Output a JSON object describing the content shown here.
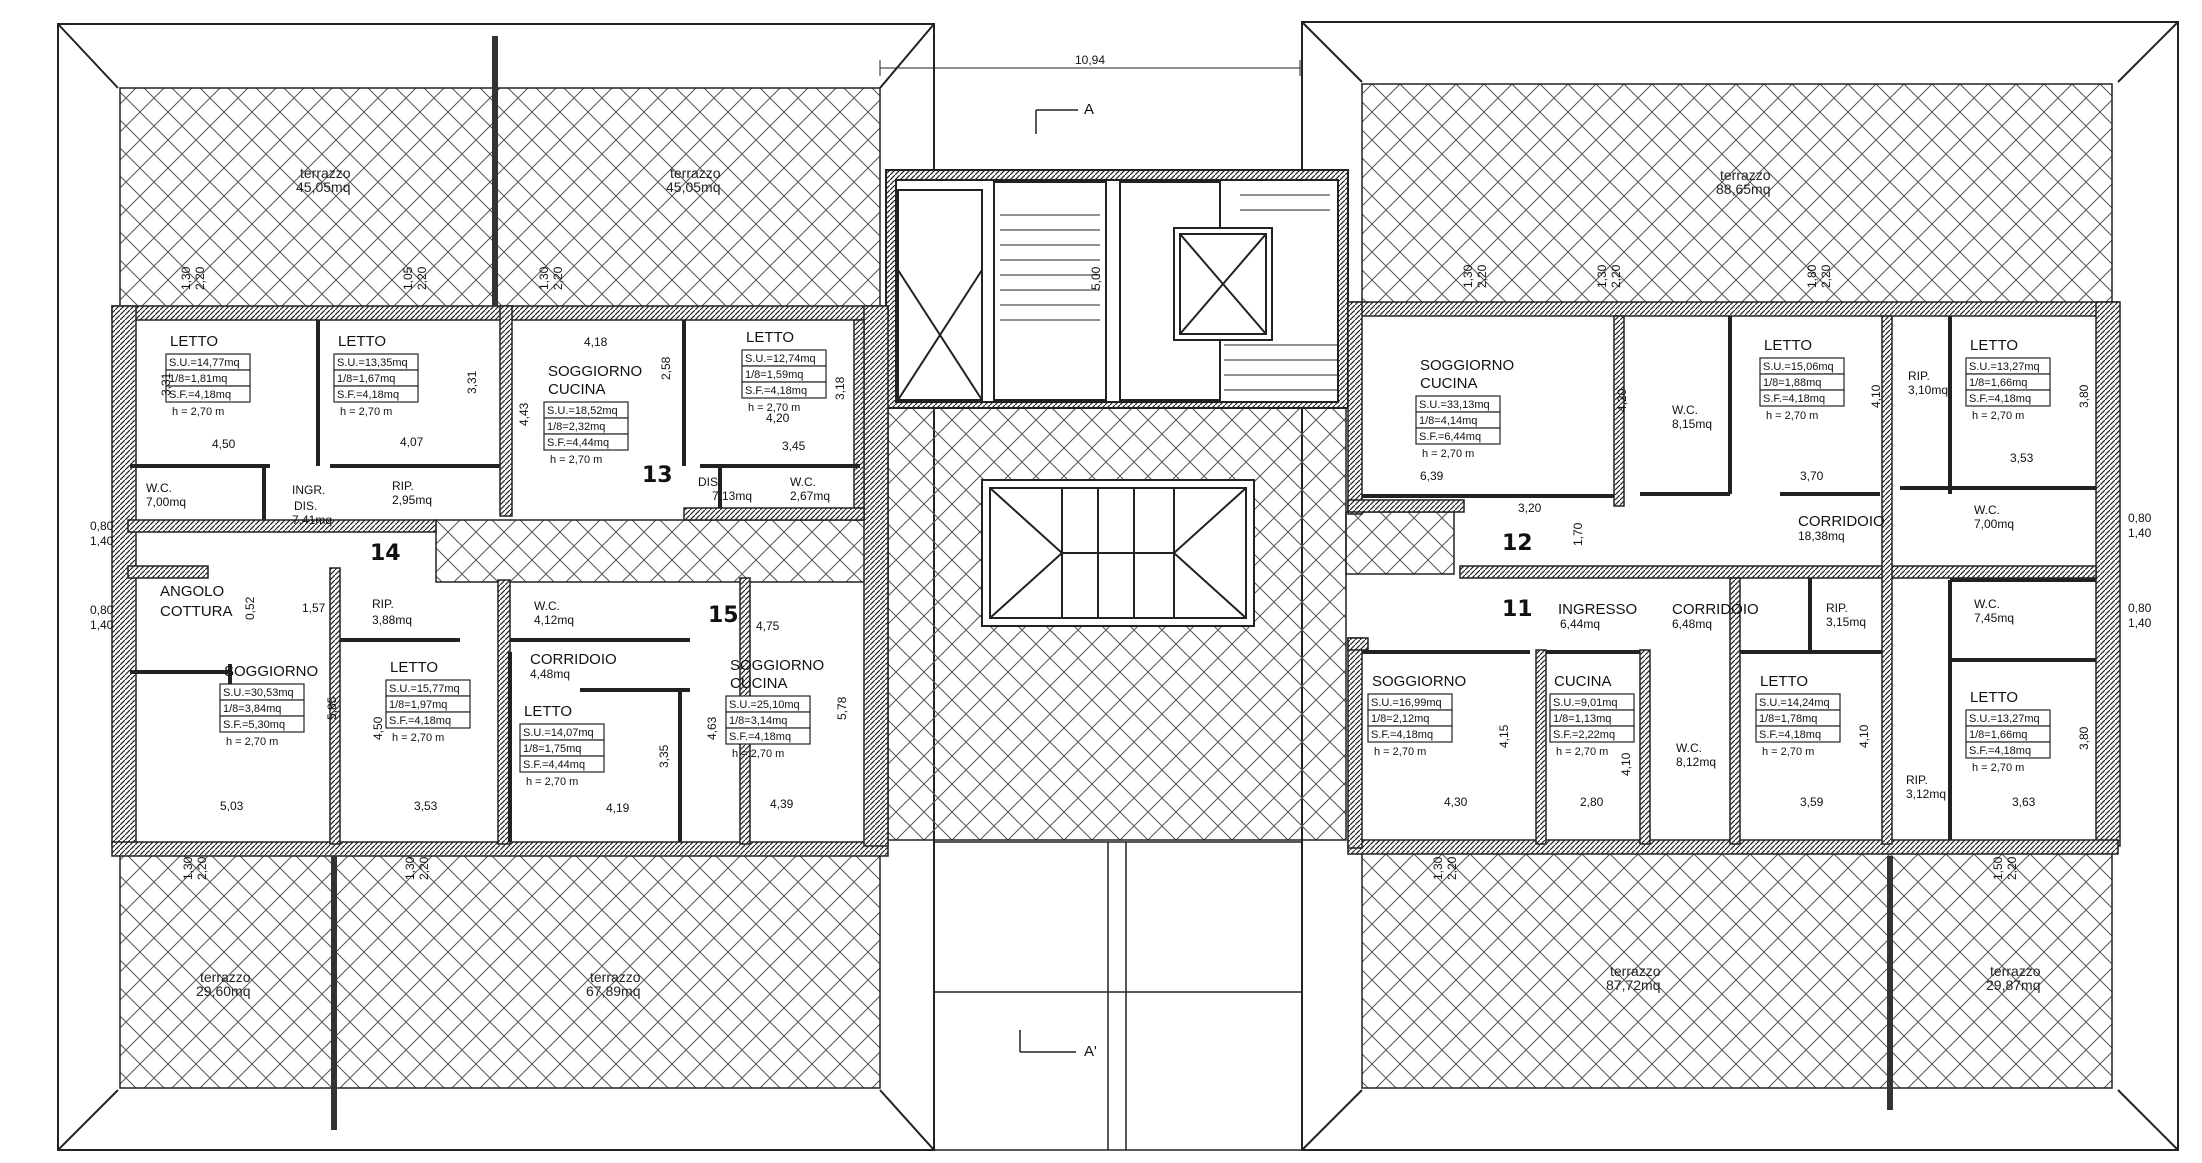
{
  "section_markers": {
    "top": "A",
    "bottom": "A'"
  },
  "dimensions": {
    "top_width": "10,94",
    "stair_depth": "5,00",
    "left_side_top": [
      "0,80",
      "1,40"
    ],
    "left_side_bottom": [
      "0,80",
      "1,40"
    ],
    "right_side_top": [
      "0,80",
      "1,40"
    ],
    "right_side_bottom": [
      "0,80",
      "1,40"
    ]
  },
  "unit_numbers": [
    "13",
    "14",
    "15",
    "12",
    "11"
  ],
  "terraces": [
    {
      "name": "terrazzo",
      "area": "45,05mq"
    },
    {
      "name": "terrazzo",
      "area": "45,05mq"
    },
    {
      "name": "terrazzo",
      "area": "88,65mq"
    },
    {
      "name": "terrazzo",
      "area": "29,60mq"
    },
    {
      "name": "terrazzo",
      "area": "67,89mq"
    },
    {
      "name": "terrazzo",
      "area": "87,72mq"
    },
    {
      "name": "terrazzo",
      "area": "29,87mq"
    }
  ],
  "rooms": [
    {
      "id": "u14-letto1",
      "name": "LETTO",
      "su": "S.U.=14,77mq",
      "ratio": "1/8=1,81mq",
      "sf": "S.F.=4,18mq",
      "h": "h = 2,70 m"
    },
    {
      "id": "u14-letto2",
      "name": "LETTO",
      "su": "S.U.=13,35mq",
      "ratio": "1/8=1,67mq",
      "sf": "S.F.=4,18mq",
      "h": "h = 2,70 m"
    },
    {
      "id": "u13-soggiorno",
      "name": "SOGGIORNO",
      "name2": "CUCINA",
      "su": "S.U.=18,52mq",
      "ratio": "1/8=2,32mq",
      "sf": "S.F.=4,44mq",
      "h": "h = 2,70 m"
    },
    {
      "id": "u13-letto",
      "name": "LETTO",
      "su": "S.U.=12,74mq",
      "ratio": "1/8=1,59mq",
      "sf": "S.F.=4,18mq",
      "h": "h = 2,70 m"
    },
    {
      "id": "u12-soggiorno",
      "name": "SOGGIORNO",
      "name2": "CUCINA",
      "su": "S.U.=33,13mq",
      "ratio": "1/8=4,14mq",
      "sf": "S.F.=6,44mq",
      "h": "h = 2,70 m"
    },
    {
      "id": "u12-letto1",
      "name": "LETTO",
      "su": "S.U.=15,06mq",
      "ratio": "1/8=1,88mq",
      "sf": "S.F.=4,18mq",
      "h": "h = 2,70 m"
    },
    {
      "id": "u12-letto2",
      "name": "LETTO",
      "su": "S.U.=13,27mq",
      "ratio": "1/8=1,66mq",
      "sf": "S.F.=4,18mq",
      "h": "h = 2,70 m"
    },
    {
      "id": "u14-soggiorno",
      "name": "SOGGIORNO",
      "su": "S.U.=30,53mq",
      "ratio": "1/8=3,84mq",
      "sf": "S.F.=5,30mq",
      "h": "h = 2,70 m"
    },
    {
      "id": "u15-letto1",
      "name": "LETTO",
      "su": "S.U.=15,77mq",
      "ratio": "1/8=1,97mq",
      "sf": "S.F.=4,18mq",
      "h": "h = 2,70 m"
    },
    {
      "id": "u15-letto2",
      "name": "LETTO",
      "su": "S.U.=14,07mq",
      "ratio": "1/8=1,75mq",
      "sf": "S.F.=4,44mq",
      "h": "h = 2,70 m"
    },
    {
      "id": "u15-soggiorno",
      "name": "SOGGIORNO",
      "name2": "CUCINA",
      "su": "S.U.=25,10mq",
      "ratio": "1/8=3,14mq",
      "sf": "S.F.=4,18mq",
      "h": "h = 2,70 m"
    },
    {
      "id": "u11-soggiorno",
      "name": "SOGGIORNO",
      "su": "S.U.=16,99mq",
      "ratio": "1/8=2,12mq",
      "sf": "S.F.=4,18mq",
      "h": "h = 2,70 m"
    },
    {
      "id": "u11-cucina",
      "name": "CUCINA",
      "su": "S.U.=9,01mq",
      "ratio": "1/8=1,13mq",
      "sf": "S.F.=2,22mq",
      "h": "h = 2,70 m"
    },
    {
      "id": "u11-letto1",
      "name": "LETTO",
      "su": "S.U.=14,24mq",
      "ratio": "1/8=1,78mq",
      "sf": "S.F.=4,18mq",
      "h": "h = 2,70 m"
    },
    {
      "id": "u11-letto2",
      "name": "LETTO",
      "su": "S.U.=13,27mq",
      "ratio": "1/8=1,66mq",
      "sf": "S.F.=4,18mq",
      "h": "h = 2,70 m"
    }
  ],
  "small_rooms": [
    {
      "name": "W.C.",
      "area": "7,00mq"
    },
    {
      "name": "INGR.",
      "name2": "DIS.",
      "area": "7,41mq"
    },
    {
      "name": "RIP.",
      "area": "2,95mq"
    },
    {
      "name": "DIS.",
      "area": "7,13mq"
    },
    {
      "name": "W.C.",
      "area": "2,67mq"
    },
    {
      "name": "ANGOLO",
      "name2": "COTTURA",
      "area": ""
    },
    {
      "name": "RIP.",
      "area": "3,88mq"
    },
    {
      "name": "W.C.",
      "area": "4,12mq"
    },
    {
      "name": "CORRIDOIO",
      "area": "4,48mq"
    },
    {
      "name": "W.C.",
      "area": "8,15mq"
    },
    {
      "name": "RIP.",
      "area": "3,10mq"
    },
    {
      "name": "CORRIDOIO",
      "area": "18,38mq"
    },
    {
      "name": "W.C.",
      "area": "7,00mq"
    },
    {
      "name": "W.C.",
      "area": "7,45mq"
    },
    {
      "name": "INGRESSO",
      "area": "6,44mq"
    },
    {
      "name": "CORRIDOIO",
      "area": "6,48mq"
    },
    {
      "name": "RIP.",
      "area": "3,15mq"
    },
    {
      "name": "W.C.",
      "area": "8,12mq"
    },
    {
      "name": "RIP.",
      "area": "3,12mq"
    }
  ],
  "room_dims": {
    "l1": [
      "4,50",
      "3,31"
    ],
    "l2": [
      "4,07",
      "3,31"
    ],
    "s13": [
      "4,18",
      "4,43"
    ],
    "l13": [
      "3,45",
      "3,18",
      "2,58",
      "4,20"
    ],
    "s12": [
      "6,39",
      "4,20",
      "3,20"
    ],
    "l12a": [
      "3,70",
      "4,10"
    ],
    "l12b": [
      "3,53",
      "3,80"
    ],
    "s14": [
      "5,03",
      "5,85",
      "1,57",
      "0,52"
    ],
    "c15": [
      "4,75"
    ],
    "l15a": [
      "3,53",
      "4,50"
    ],
    "l15b": [
      "4,19",
      "3,35"
    ],
    "s15": [
      "4,39",
      "5,78",
      "4,63"
    ],
    "s11": [
      "4,30",
      "4,15"
    ],
    "c11": [
      "2,80",
      "4,10"
    ],
    "l11a": [
      "3,59",
      "4,10"
    ],
    "l11b": [
      "3,63",
      "3,80"
    ],
    "corr12": [
      "1,70"
    ]
  },
  "window_tags": [
    "1,30",
    "2,20",
    "1,05",
    "2,20",
    "1,30",
    "2,20",
    "1,30",
    "2,20",
    "1,30",
    "2,20",
    "1,80",
    "2,20",
    "1,30",
    "2,20",
    "1,30",
    "2,20",
    "1,30",
    "2,20",
    "1,50",
    "2,20"
  ],
  "colors": {
    "wall": "#222222",
    "hatch": "#444444",
    "paper": "#ffffff"
  }
}
